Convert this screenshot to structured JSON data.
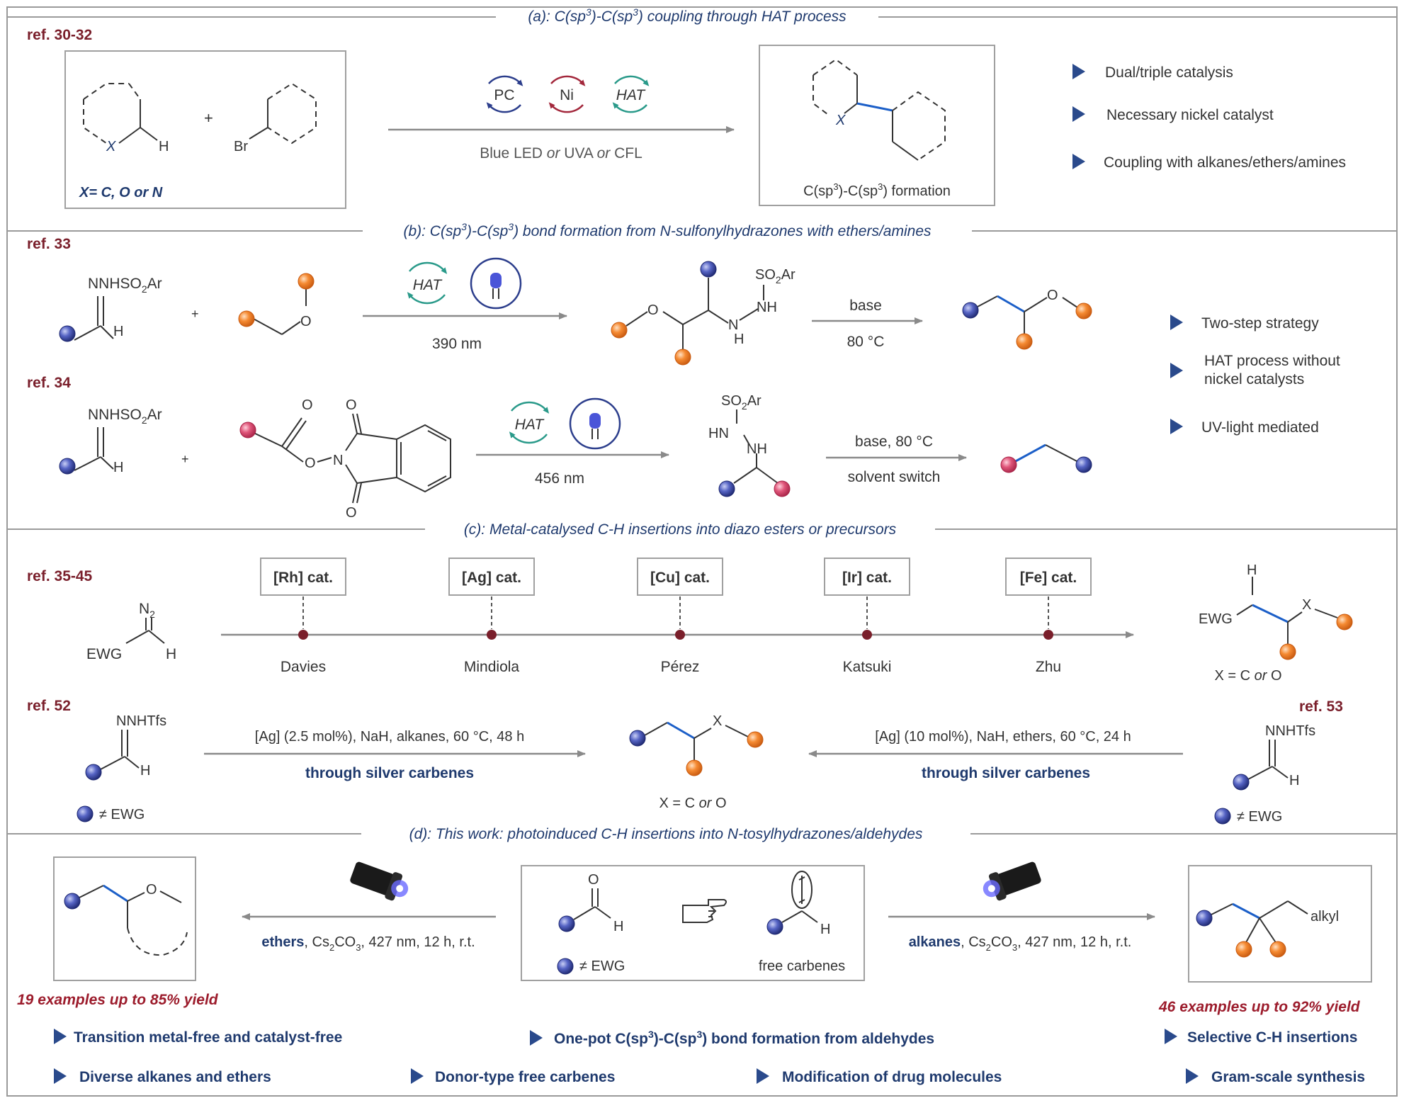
{
  "colors": {
    "frame": "#9a9a9a",
    "title_navy": "#1f3a6e",
    "ref_maroon": "#7a1f2b",
    "text_dark": "#333333",
    "arrow_grey": "#8a8a8a",
    "bullet_blue": "#2a4a8c",
    "bond_blue": "#1c5fc8",
    "yield_red": "#9c1c2c",
    "sphere_blue": "#2f3a8f",
    "sphere_orange": "#f07a1e",
    "sphere_pink": "#d8456a",
    "pc_cycle": "#2c3e8c",
    "ni_cycle": "#a3283c",
    "hat_cycle": "#2a9a8a"
  },
  "icons": [
    "cycle-arrow-icon",
    "led-bulb-icon",
    "flashlight-icon",
    "pointing-hand-icon",
    "arrow-bullet-icon"
  ],
  "section_a": {
    "title_pre": "(a): C(sp",
    "title_sup1": "3",
    "title_mid": ")-C(sp",
    "title_sup2": "3",
    "title_post": ") coupling through HAT process",
    "ref": "ref. 30-32",
    "substituent_x": "X",
    "atom_h": "H",
    "atom_br": "Br",
    "plus": "+",
    "x_definition": "X= C, O or N",
    "catalysts": [
      "PC",
      "Ni",
      "HAT"
    ],
    "conditions": {
      "part1": "Blue LED ",
      "or1": "or",
      "part2": " UVA ",
      "or2": "or",
      "part3": " CFL"
    },
    "product_x": "X",
    "product_label_pre": "C(sp",
    "product_label_sup1": "3",
    "product_label_mid": ")-C(sp",
    "product_label_sup2": "3",
    "product_label_post": ") formation",
    "bullets": [
      "Dual/triple catalysis",
      "Necessary nickel catalyst",
      "Coupling with alkanes/ethers/amines"
    ]
  },
  "section_b": {
    "title_pre": "(b): C(sp",
    "title_sup1": "3",
    "title_mid": ")-C(sp",
    "title_sup2": "3",
    "title_post": ") bond formation from N-sulfonylhydrazones with ethers/amines",
    "ref_top": "ref. 33",
    "ref_bottom": "ref. 34",
    "hydrazone_pre": "NNHSO",
    "hydrazone_sub": "2",
    "hydrazone_post": "Ar",
    "atom_h": "H",
    "atom_o": "O",
    "atom_n": "N",
    "atom_nh": "NH",
    "atom_hn": "HN",
    "so2ar_pre": "SO",
    "so2ar_sub": "2",
    "so2ar_post": "Ar",
    "plus": "+",
    "hat_label": "HAT",
    "top_wavelength": "390 nm",
    "bottom_wavelength": "456 nm",
    "top_step2": "base",
    "top_step2_temp": "80 °C",
    "bottom_step2": "base, 80 °C",
    "bottom_step2_sub": "solvent switch",
    "bullets": [
      "Two-step strategy",
      "HAT process without",
      "nickel catalysts",
      "UV-light mediated"
    ]
  },
  "section_c": {
    "title": "(c): Metal-catalysed C-H insertions into diazo esters or precursors",
    "ref_top": "ref. 35-45",
    "ref_left": "ref. 52",
    "ref_right": "ref. 53",
    "diazo_n": "N",
    "diazo_sub": "2",
    "ewg": "EWG",
    "atom_h": "H",
    "atom_x": "X",
    "timeline": [
      {
        "catalyst": "[Rh] cat.",
        "name": "Davies"
      },
      {
        "catalyst": "[Ag] cat.",
        "name": "Mindiola"
      },
      {
        "catalyst": "[Cu] cat.",
        "name": "Pérez"
      },
      {
        "catalyst": "[Ir] cat.",
        "name": "Katsuki"
      },
      {
        "catalyst": "[Fe] cat.",
        "name": "Zhu"
      }
    ],
    "x_def_pre": "X = C ",
    "x_def_or": "or",
    "x_def_post": " O",
    "hydrazone": "NNHTfs",
    "left_conditions": "[Ag] (2.5 mol%), NaH, alkanes, 60 °C, 48 h",
    "right_conditions": "[Ag] (10 mol%), NaH, ethers, 60 °C, 24 h",
    "via": "through silver carbenes",
    "neq_ewg": "≠ EWG"
  },
  "section_d": {
    "title": "(d): This work: photoinduced C-H insertions into N-tosylhydrazones/aldehydes",
    "atom_o": "O",
    "atom_h": "H",
    "neq_ewg": "≠ EWG",
    "free_carbenes": "free carbenes",
    "alkyl": "alkyl",
    "left_solvent": "ethers",
    "right_solvent": "alkanes",
    "conditions_pre": ", Cs",
    "conditions_sub1": "2",
    "conditions_mid": "CO",
    "conditions_sub2": "3",
    "conditions_post": ", 427 nm, 12 h, r.t.",
    "left_yield": "19 examples up to 85% yield",
    "right_yield": "46 examples up to 92% yield",
    "bullet_1": "Transition metal-free and catalyst-free",
    "bullet_2_pre": "One-pot C(sp",
    "bullet_2_sup1": "3",
    "bullet_2_mid": ")-C(sp",
    "bullet_2_sup2": "3",
    "bullet_2_post": ") bond formation from aldehydes",
    "bullet_3": "Selective C-H insertions",
    "bullet_4": "Diverse alkanes and ethers",
    "bullet_5": "Donor-type free carbenes",
    "bullet_6": "Modification of drug molecules",
    "bullet_7": "Gram-scale synthesis"
  }
}
